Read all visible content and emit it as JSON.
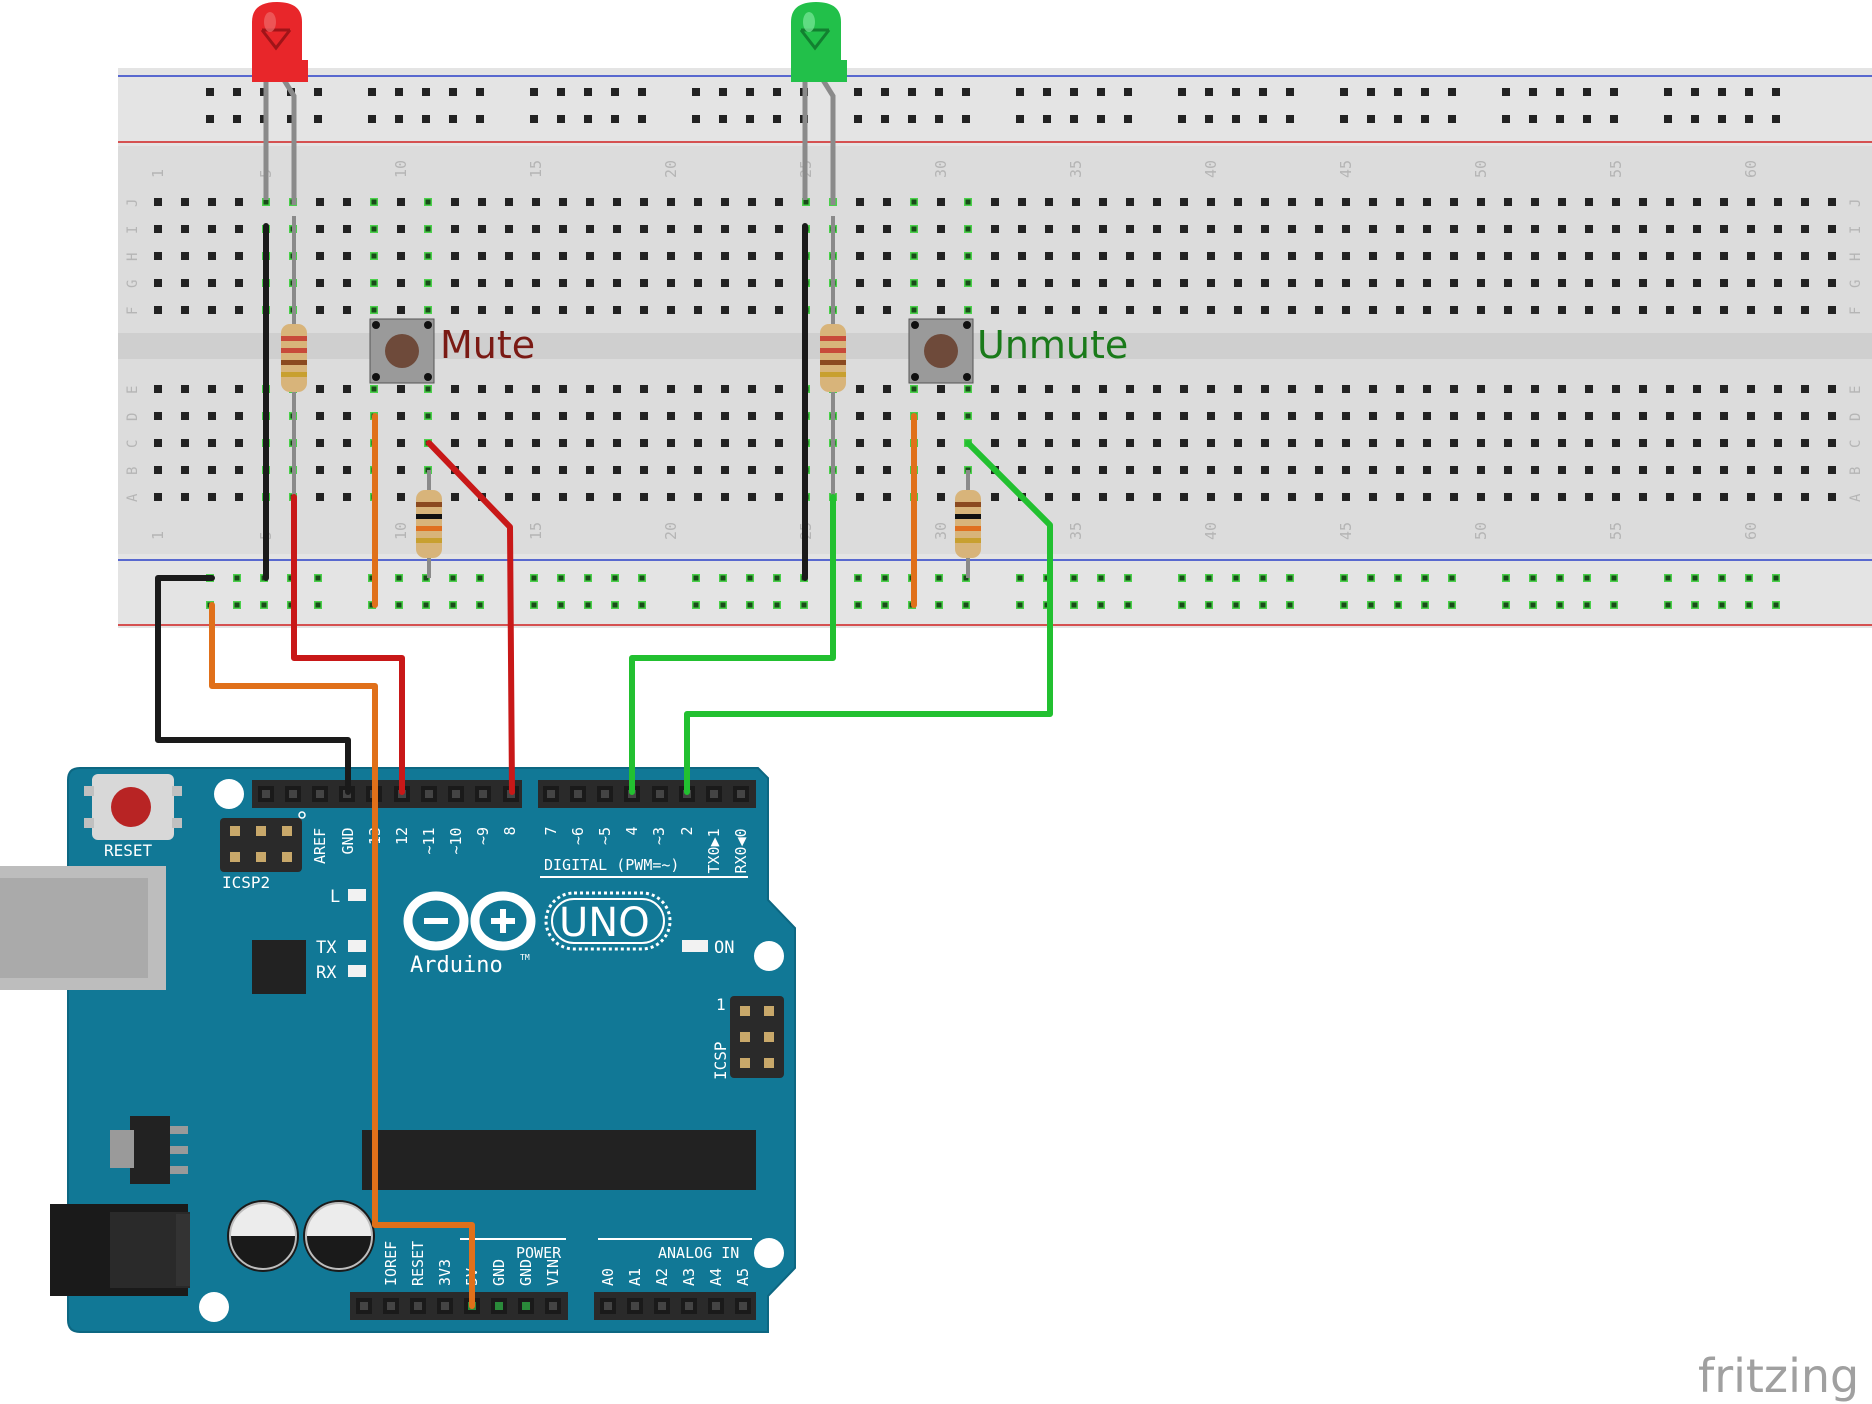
{
  "app": {
    "watermark": "fritzing"
  },
  "breadboard": {
    "column_numbers": [
      "1",
      "5",
      "10",
      "15",
      "20",
      "25",
      "30",
      "35",
      "40",
      "45",
      "50",
      "55",
      "60"
    ],
    "row_letters_top": [
      "J",
      "I",
      "H",
      "G",
      "F"
    ],
    "row_letters_bottom": [
      "E",
      "D",
      "C",
      "B",
      "A"
    ]
  },
  "buttons": {
    "mute_label": "Mute",
    "unmute_label": "Unmute"
  },
  "colors": {
    "mute_label": "#7a1a14",
    "unmute_label": "#1a7a1a",
    "led_red": "#e8262a",
    "led_green": "#22c04a",
    "wire_black": "#1a1a1a",
    "wire_red": "#c81818",
    "wire_orange": "#e0701a",
    "wire_green": "#22c030",
    "board": "#117896",
    "breadboard": "#dcdcdc"
  },
  "arduino": {
    "reset_label": "RESET",
    "icsp2_label": "ICSP2",
    "icsp_label": "ICSP",
    "icsp_pin1": "1",
    "digital_label": "DIGITAL (PWM=~)",
    "digital_pins": [
      "AREF",
      "GND",
      "13",
      "12",
      "~11",
      "~10",
      "~9",
      "8",
      "7",
      "~6",
      "~5",
      "4",
      "~3",
      "2",
      "TX0▶1",
      "RX0◀0"
    ],
    "led_l": "L",
    "led_tx": "TX",
    "led_rx": "RX",
    "on_label": "ON",
    "brand_uno": "UNO",
    "brand_arduino": "Arduino",
    "brand_tm": "TM",
    "power_label": "POWER",
    "power_pins": [
      "IOREF",
      "RESET",
      "3V3",
      "5V",
      "GND",
      "GND",
      "VIN"
    ],
    "analog_label": "ANALOG IN",
    "analog_pins": [
      "A0",
      "A1",
      "A2",
      "A3",
      "A4",
      "A5"
    ]
  }
}
